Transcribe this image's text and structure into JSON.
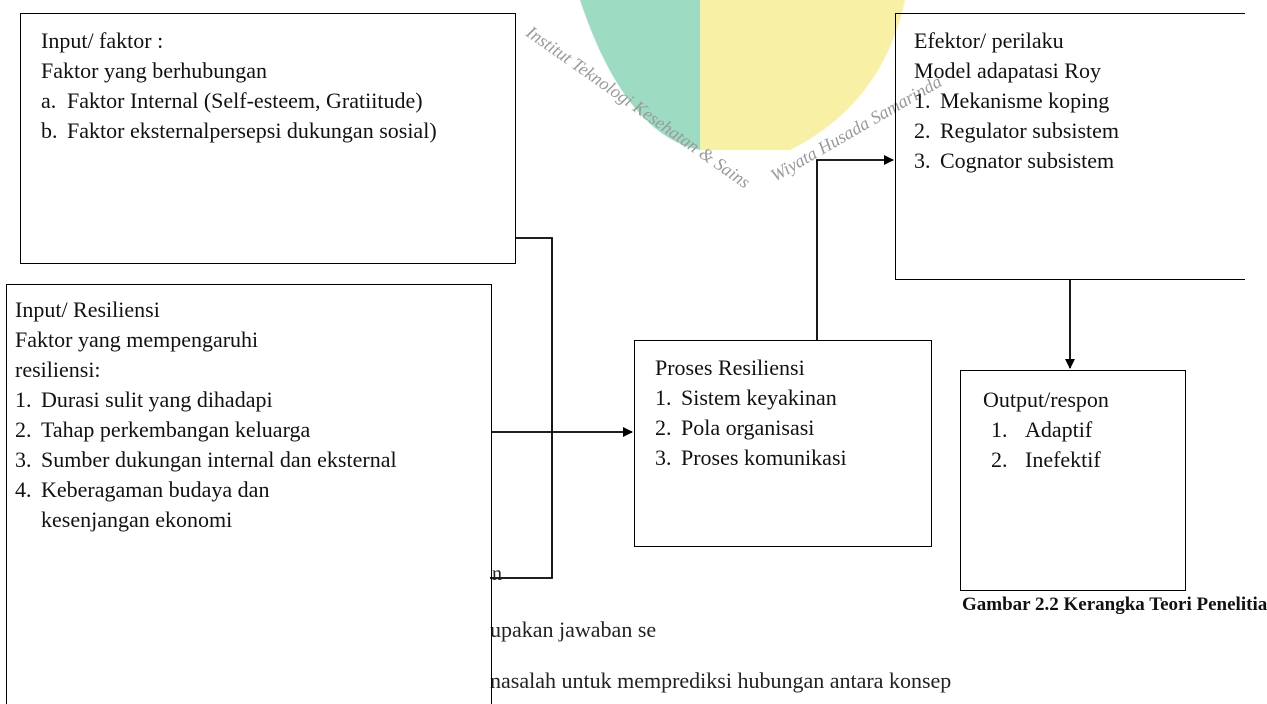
{
  "watermark": {
    "arc_text_1": "Institut Teknologi Kesehatan & Sains",
    "arc_text_2": "Wiyata Husada Samarinda",
    "green": "#4cbf8f",
    "yellow": "#f3e35a"
  },
  "boxes": {
    "faktor": {
      "title": "Input/ faktor  :",
      "subtitle": "Faktor yang berhubungan",
      "items": [
        {
          "marker": "a.",
          "text": "Faktor Internal (Self-esteem, Gratiitude)"
        },
        {
          "marker": "b.",
          "text": "Faktor eksternalpersepsi dukungan sosial)"
        }
      ]
    },
    "resiliensi": {
      "title": "Input/ Resiliensi",
      "subtitle": "Faktor yang mempengaruhi resiliensi:",
      "items": [
        {
          "marker": "1.",
          "text": "Durasi sulit yang dihadapi"
        },
        {
          "marker": "2.",
          "text": "Tahap perkembangan keluarga"
        },
        {
          "marker": "3.",
          "text": "Sumber dukungan internal dan eksternal"
        },
        {
          "marker": "4.",
          "text": "Keberagaman budaya dan kesenjangan ekonomi"
        }
      ]
    },
    "proses": {
      "title": "Proses Resiliensi",
      "items": [
        {
          "marker": "1.",
          "text": "Sistem keyakinan"
        },
        {
          "marker": "2.",
          "text": "Pola organisasi"
        },
        {
          "marker": "3.",
          "text": "Proses komunikasi"
        }
      ]
    },
    "efektor": {
      "title": "Efektor/ perilaku",
      "subtitle": "Model adapatasi Roy",
      "items": [
        {
          "marker": "1.",
          "text": "Mekanisme koping"
        },
        {
          "marker": "2.",
          "text": "Regulator subsistem"
        },
        {
          "marker": "3.",
          "text": "Cognator subsistem"
        }
      ]
    },
    "output": {
      "title": "Output/respon",
      "items": [
        {
          "marker": "1.",
          "text": "Adaptif"
        },
        {
          "marker": "2.",
          "text": "Inefektif"
        }
      ]
    }
  },
  "background_text": {
    "line1": "upakan jawaban se",
    "line2": "nasalah untuk memprediksi hubungan antara konsep",
    "stray": "n"
  },
  "caption": "Gambar 2.2 Kerangka Teori Penelitia"
}
